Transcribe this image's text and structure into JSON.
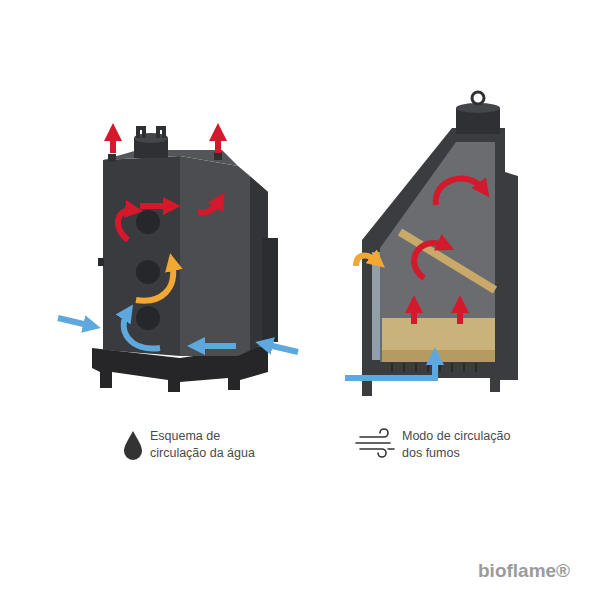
{
  "diagram": {
    "labels": [
      "Esquema de circulação da água",
      "Modo de circulação dos fumos",
      "bioflame®"
    ]
  }
}
